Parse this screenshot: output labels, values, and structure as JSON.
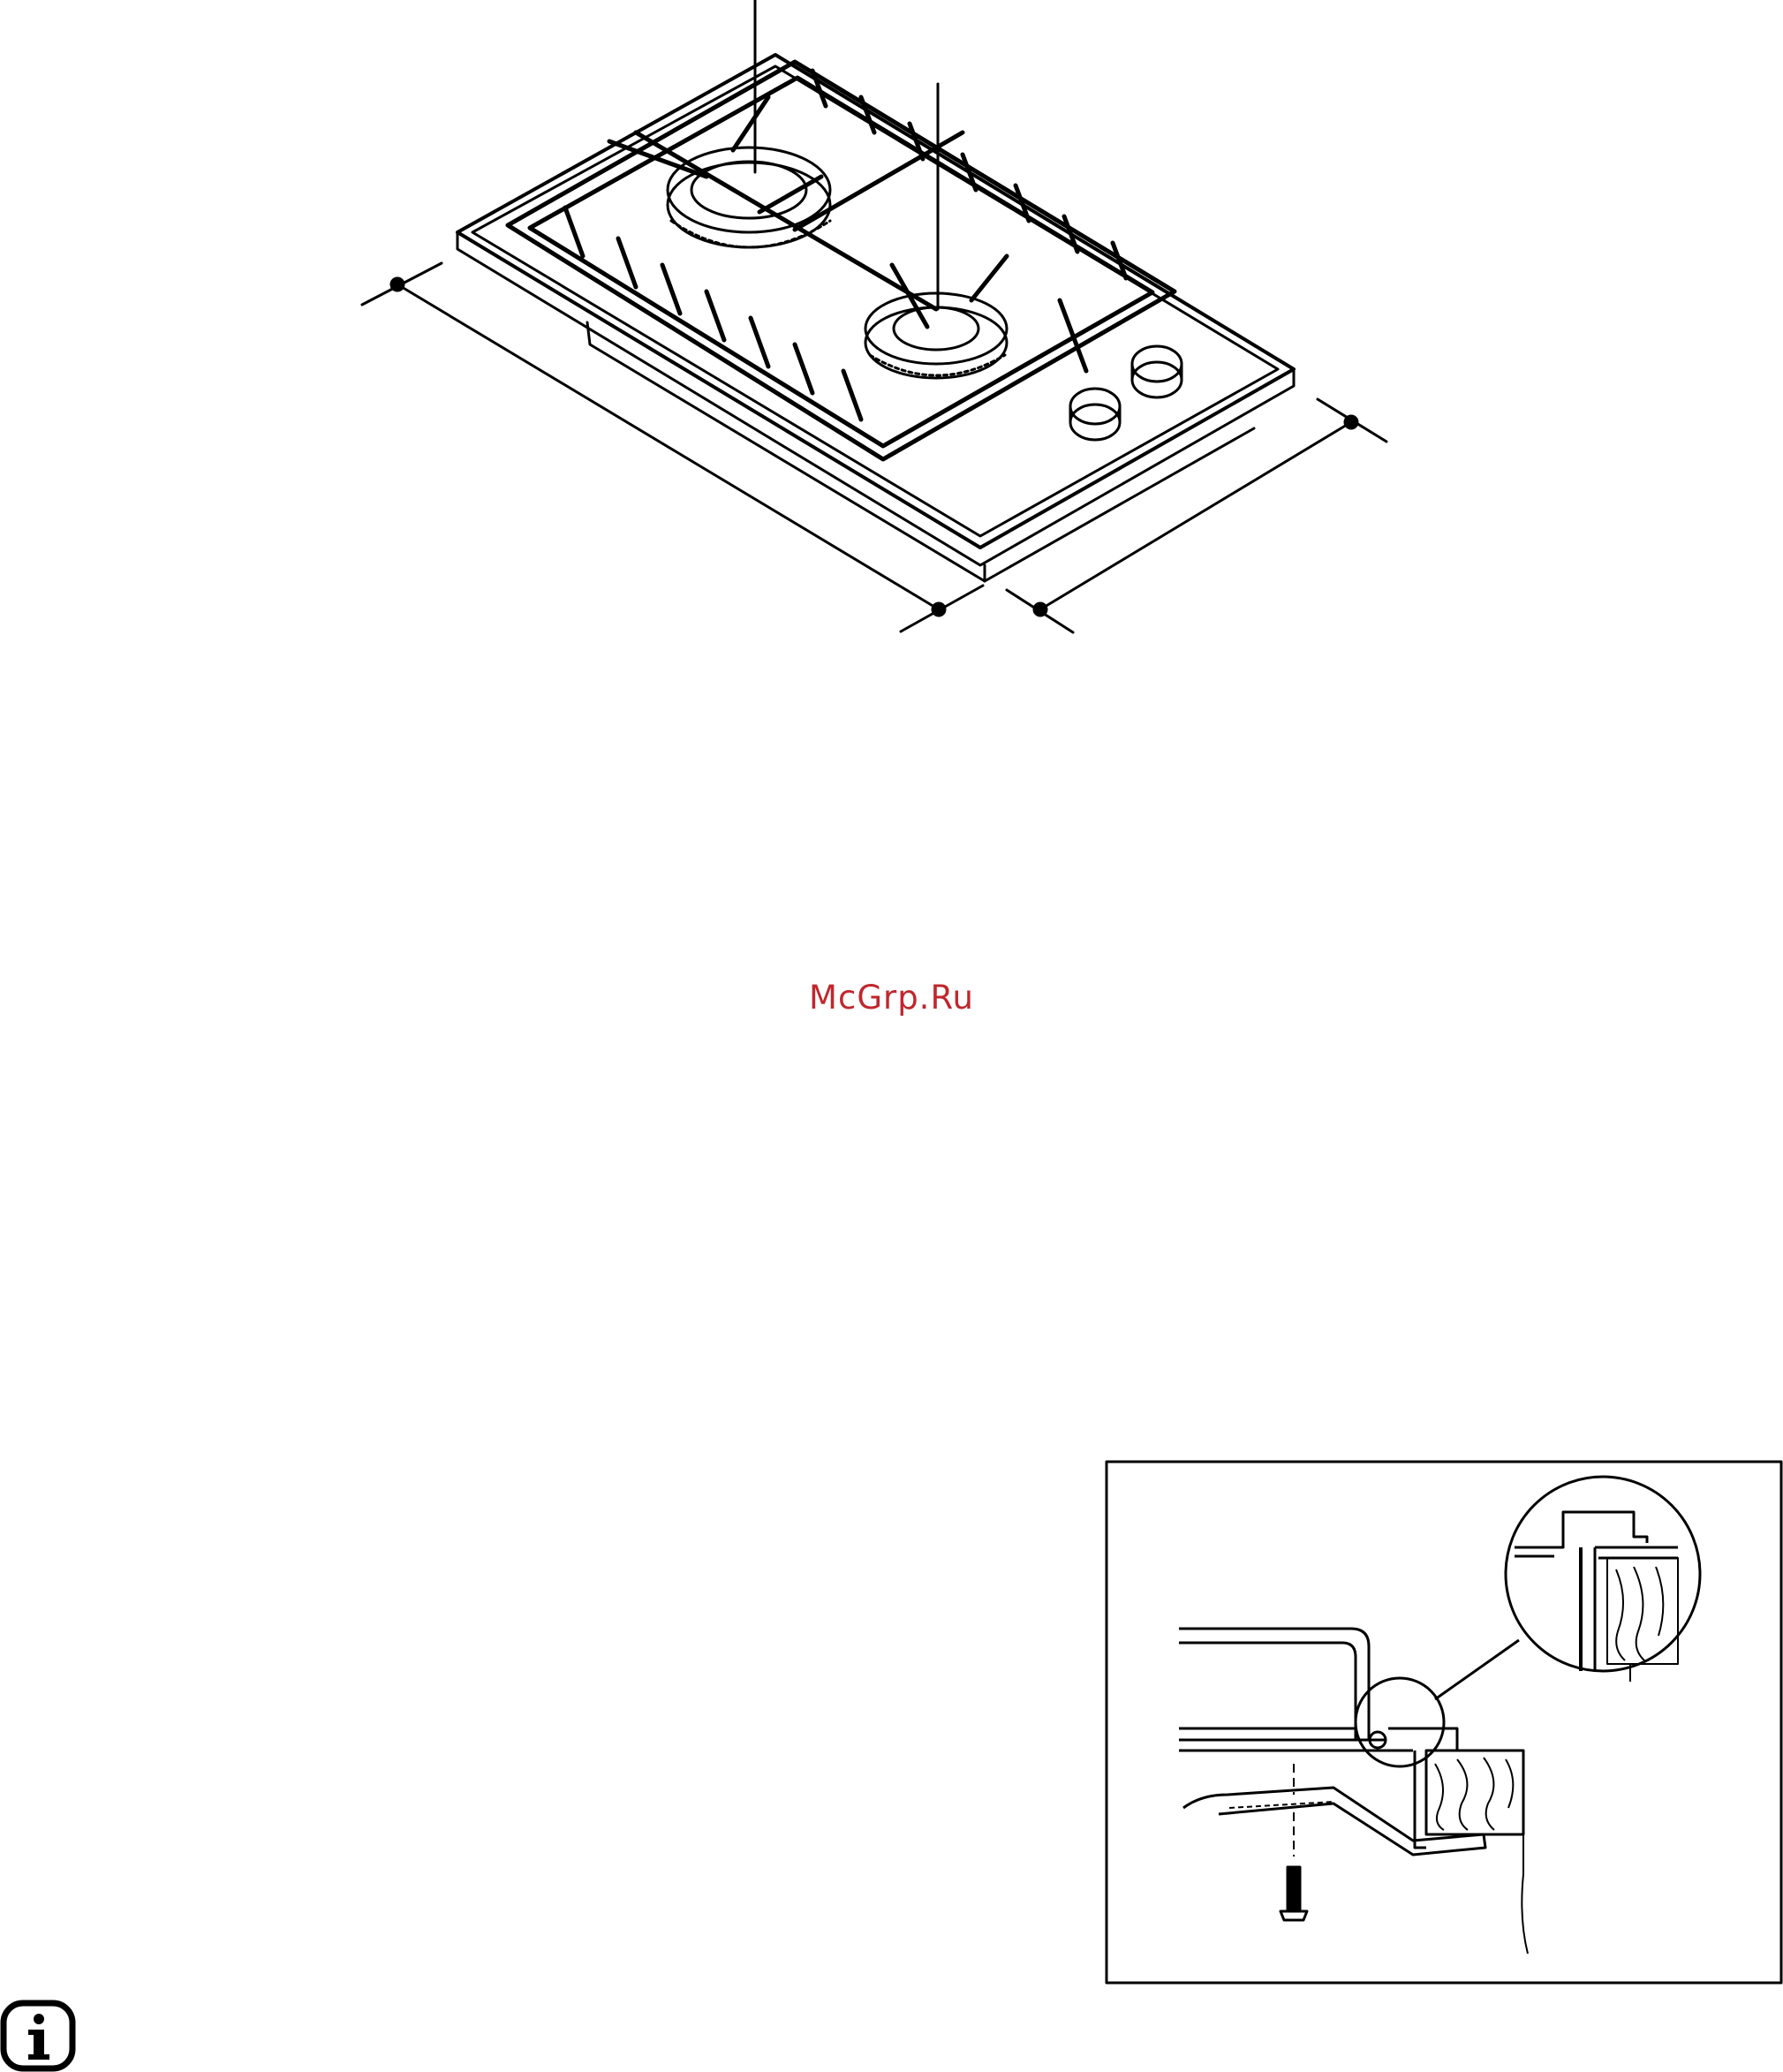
{
  "watermark": {
    "text": "McGrp.Ru",
    "color": "#c0272d"
  },
  "hob_figure": {
    "icon": "gas-hob-two-burner-drawing"
  },
  "install_figure": {
    "icon": "hob-fixing-bracket-cross-section"
  },
  "info_icon": {
    "icon": "info-icon",
    "glyph": "i"
  }
}
